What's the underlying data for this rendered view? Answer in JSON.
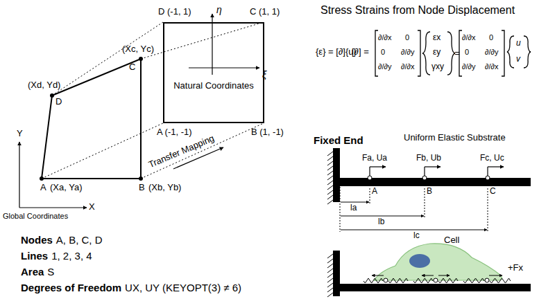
{
  "diagram": {
    "nodes": [
      {
        "text": [
          "Natural Coordinates"
        ]
      }
    ],
    "labels": [
      "D (-1, 1)",
      "C (1, 1)",
      "A (-1, -1)",
      "B (1, -1)",
      "η",
      "ξ",
      "(Xc, Yc)",
      "C",
      "(Xd, Yd)",
      "D",
      "A",
      "(Xa, Ya)",
      "B",
      "(Xb, Yb)",
      "Transfer Mapping",
      "Y",
      "X",
      "Global Coordinates",
      "Nodes",
      "A, B, C, D",
      "Lines",
      "1, 2, 3, 4",
      "Area",
      "S",
      "Degrees of Freedom",
      "UX, UY (KEYOPT(3) ≠ 6)",
      "Stress Strains from Node Displacement",
      "{ε} = [∂]{u}",
      "[∂] =",
      "∂/∂x",
      "0",
      "0",
      "∂/∂y",
      "∂/∂y",
      "∂/∂x",
      "εx",
      "εy",
      "γxy",
      "=",
      "∂/∂x",
      "0",
      "0",
      "∂/∂y",
      "∂/∂y",
      "∂/∂x",
      "u",
      "v",
      "Fixed End",
      "Uniform Elastic Substrate",
      "Fa, Ua",
      "Fb, Ub",
      "Fc, Uc",
      "A",
      "B",
      "C",
      "la",
      "lb",
      "lc",
      "Cell",
      "+Fx"
    ]
  }
}
